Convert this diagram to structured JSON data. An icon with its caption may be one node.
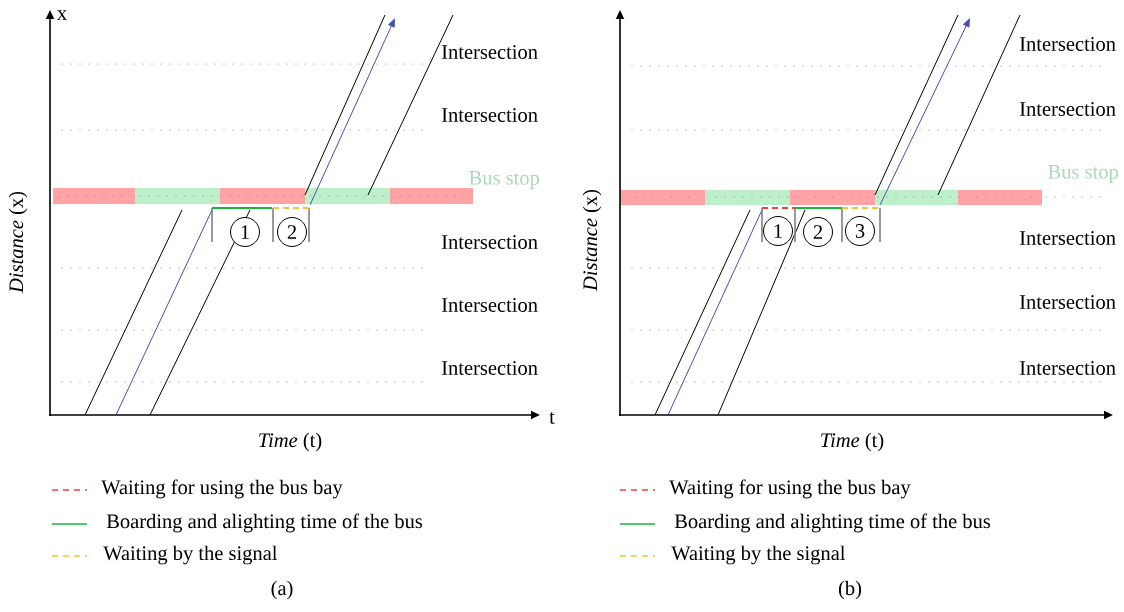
{
  "diagram": {
    "nodes": [
      {
        "text": [
          "1"
        ]
      },
      {
        "text": [
          "2"
        ]
      },
      {
        "text": [
          "1"
        ]
      },
      {
        "text": [
          "2"
        ]
      },
      {
        "text": [
          "3"
        ]
      }
    ],
    "labels": [
      "x",
      "Intersection",
      "Intersection",
      "Bus stop",
      "Intersection",
      "Intersection",
      "Intersection",
      "*Distance* (x)",
      "t",
      "*Time* (t)",
      "(a)",
      "Intersection",
      "Intersection",
      "Bus stop",
      "Intersection",
      "Intersection",
      "Intersection",
      "*Distance* (x)",
      "*Time* (t)",
      "(b)"
    ],
    "legend": [
      {
        "text": "Waiting for using the bus bay"
      },
      {
        "text": "Boarding and alighting time of the bus"
      },
      {
        "text": "Waiting by the signal"
      },
      {
        "text": "Waiting for using the bus bay"
      },
      {
        "text": "Boarding and alighting time of the bus"
      },
      {
        "text": "Waiting by the signal"
      }
    ]
  }
}
